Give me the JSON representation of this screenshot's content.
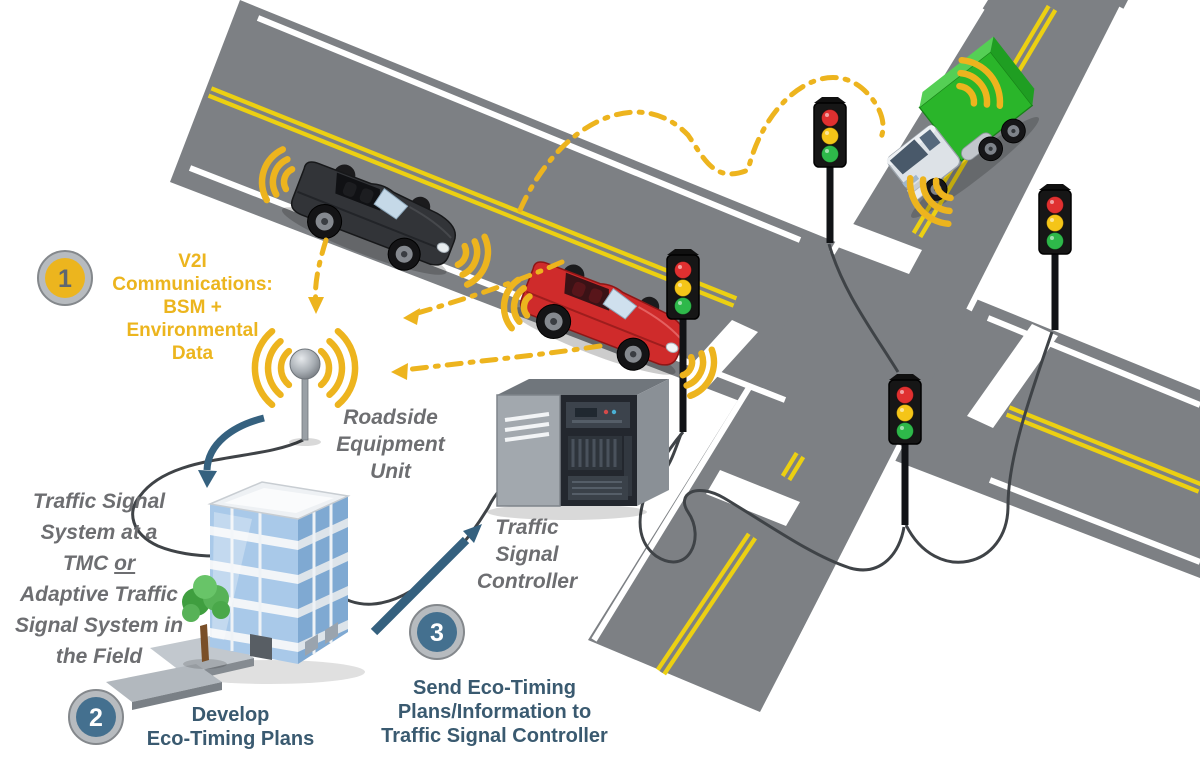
{
  "steps": [
    {
      "number": "1",
      "lines": [
        "V2I",
        "Communications:",
        "BSM +",
        "Environmental",
        "Data"
      ]
    },
    {
      "number": "2",
      "lines": [
        "Develop",
        "Eco-Timing Plans"
      ]
    },
    {
      "number": "3",
      "lines": [
        "Send Eco-Timing",
        "Plans/Information to",
        "Traffic Signal Controller"
      ]
    }
  ],
  "labels": {
    "roadside_equipment_unit": {
      "lines": [
        "Roadside",
        "Equipment",
        "Unit"
      ]
    },
    "traffic_signal_system": {
      "lines": [
        "Traffic Signal",
        "System at a",
        "TMC",
        "Adaptive Traffic",
        "Signal System in",
        "the Field"
      ],
      "underlined_word": "or"
    },
    "traffic_signal_controller": {
      "lines": [
        "Traffic",
        "Signal",
        "Controller"
      ]
    }
  },
  "colors": {
    "step1_accent": "#ecb51e",
    "step_badge_blue": "#44708f",
    "label_gray": "#6d6e71",
    "label_slate": "#3a5a70",
    "road_gray": "#7d8084",
    "lane_yellow": "#ecd012",
    "wifi_yellow": "#edb41e",
    "signal_red": "#e03030",
    "signal_yellow": "#f5c518",
    "signal_green": "#2eb84a",
    "arrow_blue": "#35617f",
    "cable_dark": "#3f4347",
    "truck_cargo_green": "#2ab52a",
    "car_red": "#cf2b2b",
    "car_black": "#323438"
  },
  "icons": [
    "wifi-signal-icon",
    "antenna-icon",
    "traffic-light-icon",
    "office-building-icon",
    "controller-cabinet-icon",
    "tree-icon",
    "convertible-car-icon",
    "box-truck-icon",
    "curved-arrow-icon",
    "straight-arrow-icon",
    "dash-dot-comm-line"
  ]
}
